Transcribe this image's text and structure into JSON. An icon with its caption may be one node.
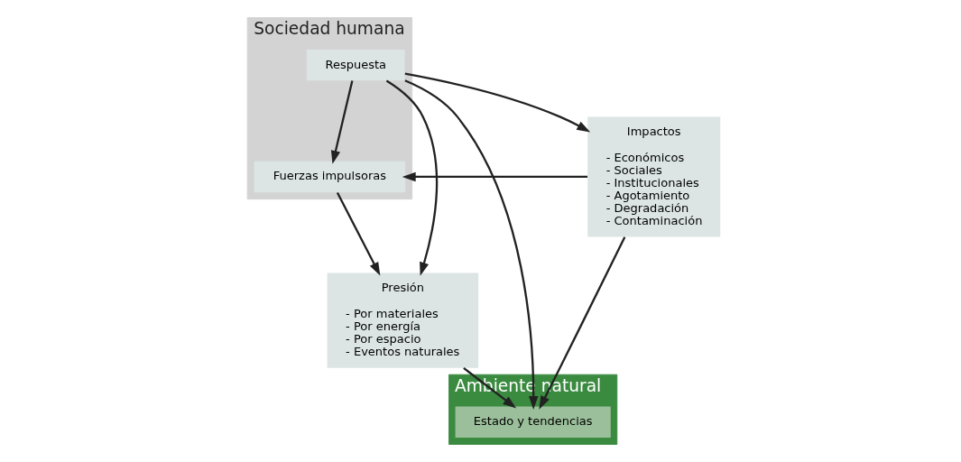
{
  "diagram": {
    "nodes": [
      {
        "text": [
          "Sociedad humana"
        ]
      },
      {
        "text": [
          "Ambiente natural"
        ]
      },
      {
        "text": [
          "Presión",
          "- Por materiales",
          "- Por energía",
          "- Por espacio",
          "- Eventos naturales"
        ]
      },
      {
        "text": [
          "Fuerzas impulsoras"
        ],
        "in": 0
      },
      {
        "text": [
          "Impactos",
          "- Económicos",
          "- Sociales",
          "- Institucionales",
          "- Agotamiento",
          "- Degradación",
          "- Contaminación"
        ]
      },
      {
        "text": [
          "Respuesta"
        ],
        "in": 0
      },
      {
        "text": [
          "Estado y tendencias"
        ],
        "in": 1
      }
    ],
    "edges": [
      {
        "from": 3,
        "to": 2,
        "arrow": "to"
      },
      {
        "from": 4,
        "to": 3,
        "arrow": "to"
      },
      {
        "from": 5,
        "to": 3,
        "arrow": "to"
      },
      {
        "from": 5,
        "to": 2,
        "arrow": "to"
      },
      {
        "from": 5,
        "to": 4,
        "arrow": "to"
      },
      {
        "from": 5,
        "to": 6,
        "arrow": "to"
      },
      {
        "from": 2,
        "to": 6,
        "arrow": "to"
      },
      {
        "from": 4,
        "to": 6,
        "arrow": "to"
      }
    ]
  }
}
